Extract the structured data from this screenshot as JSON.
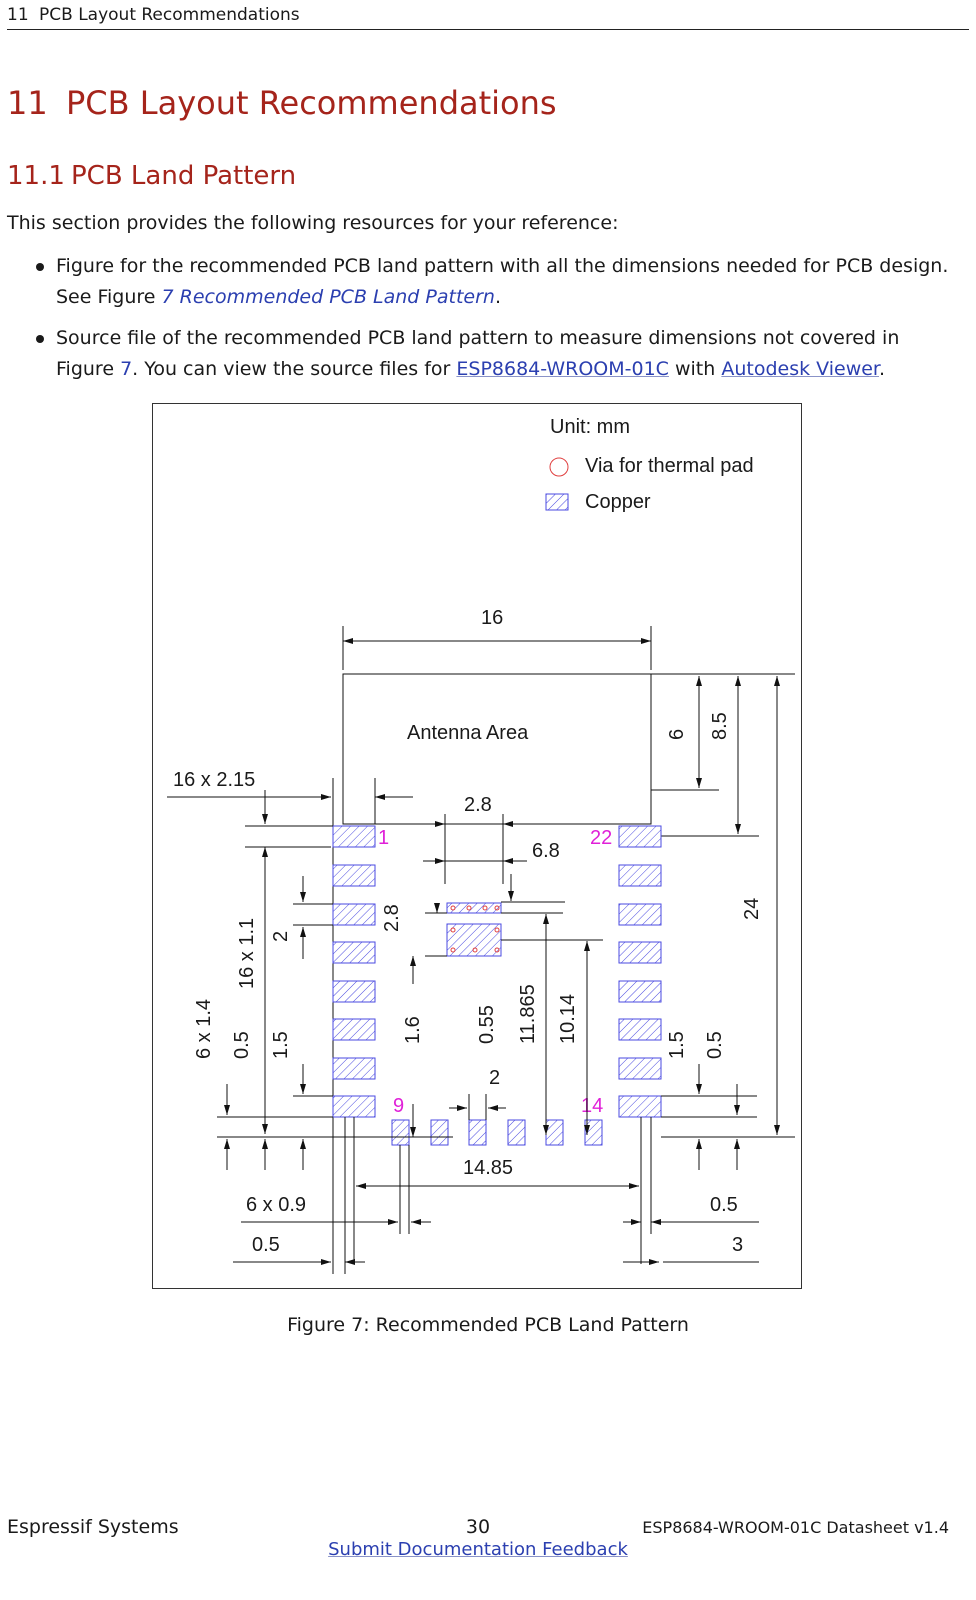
{
  "header": {
    "section_number": "11",
    "section_title": "PCB Layout Recommendations"
  },
  "heading1": {
    "number": "11",
    "title": "PCB Layout Recommendations"
  },
  "heading2": {
    "number": "11.1",
    "title": "PCB Land Pattern"
  },
  "intro": "This section provides the following resources for your reference:",
  "bullets": [
    {
      "pre": "Figure for the recommended PCB land pattern with all the dimensions needed for PCB design. See Figure ",
      "link": "7 Recommended PCB Land Pattern",
      "post": "."
    },
    {
      "pre": "Source file of the recommended PCB land pattern to measure dimensions not covered in Figure ",
      "link1": "7",
      "mid1": ". You can view the source files for ",
      "link2": "ESP8684-WROOM-01C",
      "mid2": " with ",
      "link3": "Autodesk Viewer",
      "post": "."
    }
  ],
  "figure": {
    "unit_label": "Unit: mm",
    "legend": [
      {
        "icon": "via-circle-icon",
        "label": "Via for thermal pad"
      },
      {
        "icon": "copper-hatch-icon",
        "label": "Copper"
      }
    ],
    "antenna_label": "Antenna Area",
    "pin_labels": [
      "1",
      "22",
      "9",
      "14"
    ],
    "dims": {
      "width_16": "16",
      "pads_16x215": "16 x 2.15",
      "dim_2_8_top": "2.8",
      "dim_6_8": "6.8",
      "dim_6": "6",
      "dim_8_5": "8.5",
      "dim_24": "24",
      "pads_6x1_4": "6 x 1.4",
      "dim_0_5_left": "0.5",
      "pads_16x1_1": "16 x 1.1",
      "dim_1_5_left": "1.5",
      "dim_2_left": "2",
      "dim_2_8_side": "2.8",
      "dim_1_6": "1.6",
      "dim_0_55": "0.55",
      "dim_11_865": "11.865",
      "dim_10_14": "10.14",
      "dim_1_5_right": "1.5",
      "dim_0_5_right": "0.5",
      "dim_2_bottom": "2",
      "dim_14_85": "14.85",
      "pads_6x0_9": "6 x 0.9",
      "dim_0_5_bottom_right": "0.5",
      "dim_0_5_bottom_left": "0.5",
      "dim_3": "3"
    },
    "colors": {
      "copper": "#4a4ae0",
      "pin_label": "#e020d8",
      "via": "#e04040"
    }
  },
  "caption": "Figure 7: Recommended PCB Land Pattern",
  "footer": {
    "company": "Espressif Systems",
    "page": "30",
    "doc": "ESP8684-WROOM-01C Datasheet v1.4",
    "feedback": "Submit Documentation Feedback"
  }
}
